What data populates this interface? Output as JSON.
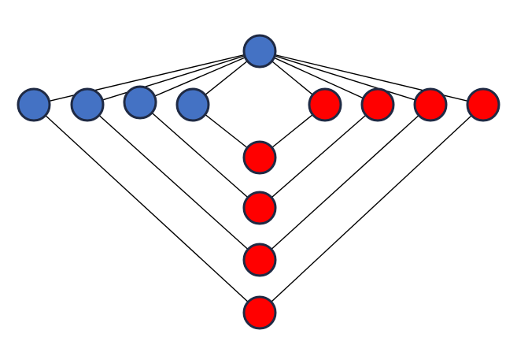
{
  "diagram": {
    "type": "graph",
    "colors": {
      "background": "#ffffff",
      "edge": "#000000",
      "node_outline": "#1f2a44",
      "blue": "#4472c4",
      "red": "#ff0000"
    },
    "nodes": [
      {
        "id": "top",
        "color": "blue"
      },
      {
        "id": "b1",
        "color": "blue"
      },
      {
        "id": "b2",
        "color": "blue"
      },
      {
        "id": "b3",
        "color": "blue"
      },
      {
        "id": "b4",
        "color": "blue"
      },
      {
        "id": "r1",
        "color": "red"
      },
      {
        "id": "r2",
        "color": "red"
      },
      {
        "id": "r3",
        "color": "red"
      },
      {
        "id": "r4",
        "color": "red"
      },
      {
        "id": "m1",
        "color": "red"
      },
      {
        "id": "m2",
        "color": "red"
      },
      {
        "id": "m3",
        "color": "red"
      },
      {
        "id": "m4",
        "color": "red"
      }
    ],
    "edges": [
      [
        "top",
        "b1"
      ],
      [
        "top",
        "b2"
      ],
      [
        "top",
        "b3"
      ],
      [
        "top",
        "b4"
      ],
      [
        "top",
        "r1"
      ],
      [
        "top",
        "r2"
      ],
      [
        "top",
        "r3"
      ],
      [
        "top",
        "r4"
      ],
      [
        "b4",
        "m1"
      ],
      [
        "r1",
        "m1"
      ],
      [
        "b3",
        "m2"
      ],
      [
        "r2",
        "m2"
      ],
      [
        "b2",
        "m3"
      ],
      [
        "r3",
        "m3"
      ],
      [
        "b1",
        "m4"
      ],
      [
        "r4",
        "m4"
      ]
    ]
  }
}
